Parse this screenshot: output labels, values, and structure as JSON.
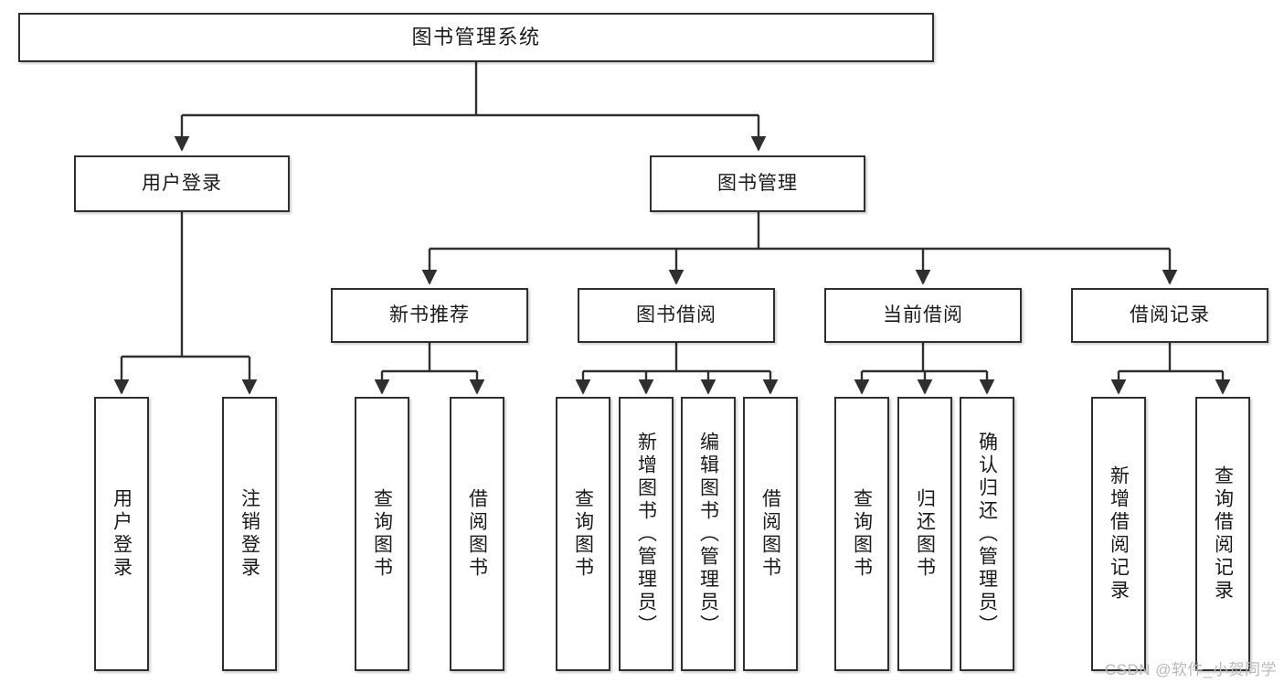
{
  "diagram": {
    "title": "图书管理系统",
    "watermark": "CSDN @软件_小贺同学",
    "colors": {
      "box_border": "#2f2f2f",
      "box_fill": "#ffffff",
      "connector": "#2f2f2f",
      "text": "#1a1a1a",
      "watermark": "#b9b9b9"
    },
    "root": {
      "label": "图书管理系统"
    },
    "level2": [
      {
        "label": "用户登录"
      },
      {
        "label": "图书管理"
      }
    ],
    "level3": [
      {
        "label": "新书推荐"
      },
      {
        "label": "图书借阅"
      },
      {
        "label": "当前借阅"
      },
      {
        "label": "借阅记录"
      }
    ],
    "leaves": {
      "user_login": [
        {
          "label": "用户登录"
        },
        {
          "label": "注销登录"
        }
      ],
      "new_book": [
        {
          "label": "查询图书"
        },
        {
          "label": "借阅图书"
        }
      ],
      "book_borrow": [
        {
          "label": "查询图书"
        },
        {
          "label": "新增图书（管理员）"
        },
        {
          "label": "编辑图书（管理员）"
        },
        {
          "label": "借阅图书"
        }
      ],
      "current_borrow": [
        {
          "label": "查询图书"
        },
        {
          "label": "归还图书"
        },
        {
          "label": "确认归还（管理员）"
        }
      ],
      "borrow_record": [
        {
          "label": "新增借阅记录"
        },
        {
          "label": "查询借阅记录"
        }
      ]
    }
  }
}
